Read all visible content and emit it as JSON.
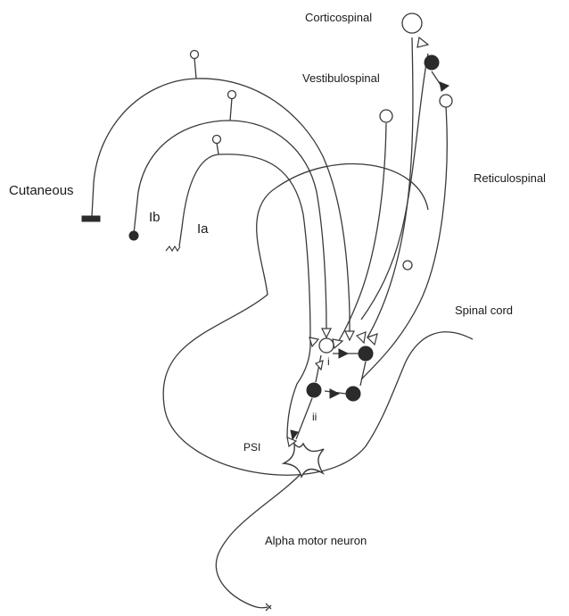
{
  "labels": {
    "corticospinal": "Corticospinal",
    "vestibulospinal": "Vestibulospinal",
    "reticulospinal": "Reticulospinal",
    "cutaneous": "Cutaneous",
    "ib": "Ib",
    "ia": "Ia",
    "spinal_cord": "Spinal cord",
    "i": "i",
    "ii": "ii",
    "psi": "PSI",
    "alpha_motor_neuron": "Alpha motor neuron"
  }
}
